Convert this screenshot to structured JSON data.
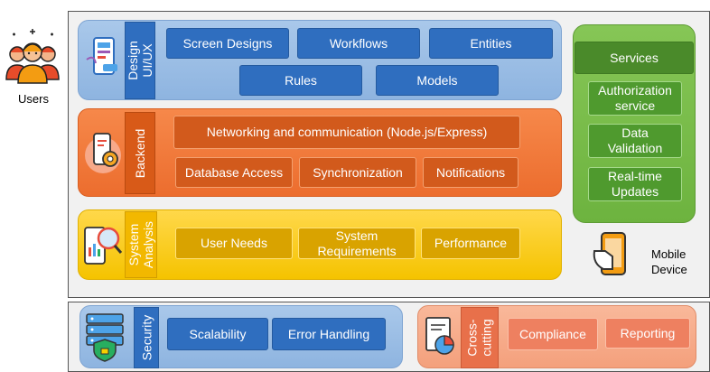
{
  "users": {
    "label": "Users"
  },
  "design": {
    "label_line1": "Design",
    "label_line2": "UI/UX",
    "items": [
      "Screen Designs",
      "Workflows",
      "Entities",
      "Rules",
      "Models"
    ]
  },
  "backend": {
    "label": "Backend",
    "networking": "Networking and communication (Node.js/Express)",
    "items": [
      "Database Access",
      "Synchronization",
      "Notifications"
    ]
  },
  "analysis": {
    "label_line1": "System",
    "label_line2": "Analysis",
    "items": [
      "User Needs",
      "System Requirements",
      "Performance"
    ]
  },
  "mobile": {
    "header": "Services",
    "items": [
      "Authorization service",
      "Data Validation",
      "Real-time Updates"
    ],
    "device_label_line1": "Mobile",
    "device_label_line2": "Device"
  },
  "security": {
    "label": "Security",
    "items": [
      "Scalability",
      "Error Handling"
    ]
  },
  "cross": {
    "label_line1": "Cross-",
    "label_line2": "cutting",
    "items": [
      "Compliance",
      "Reporting"
    ]
  },
  "colors": {
    "design": "#8eb4e0",
    "backend": "#ec6d2e",
    "analysis": "#f5c300",
    "mobile": "#6db33f",
    "cross": "#f4a07c",
    "label_blue": "#2f6ebf"
  }
}
